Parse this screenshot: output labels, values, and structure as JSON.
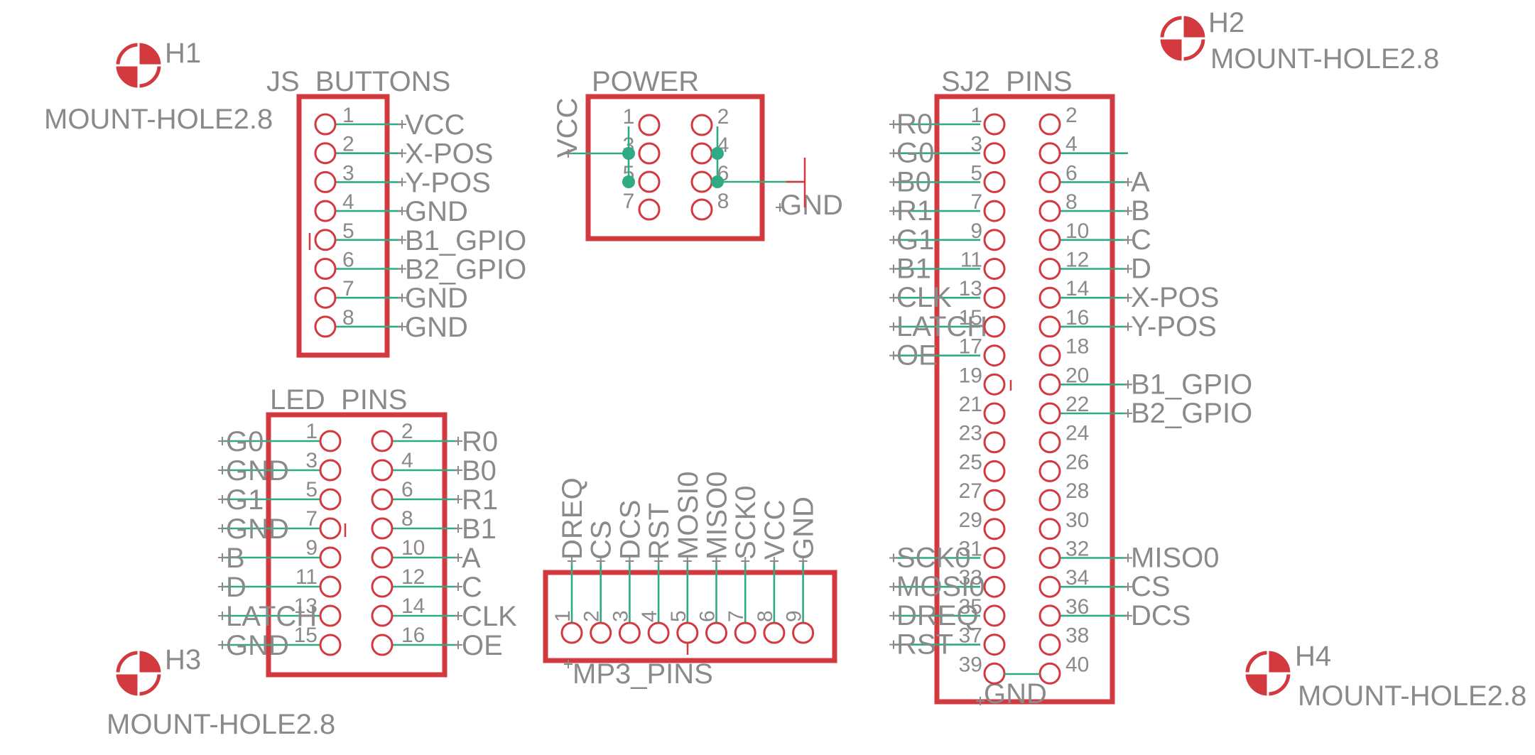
{
  "mount_holes": [
    {
      "name": "H1",
      "value": "MOUNT-HOLE2.8"
    },
    {
      "name": "H2",
      "value": "MOUNT-HOLE2.8"
    },
    {
      "name": "H3",
      "value": "MOUNT-HOLE2.8"
    },
    {
      "name": "H4",
      "value": "MOUNT-HOLE2.8"
    }
  ],
  "js_buttons": {
    "title": "JS_BUTTONS",
    "pins": [
      {
        "num": "1",
        "net": "VCC"
      },
      {
        "num": "2",
        "net": "X-POS"
      },
      {
        "num": "3",
        "net": "Y-POS"
      },
      {
        "num": "4",
        "net": "GND"
      },
      {
        "num": "5",
        "net": "B1_GPIO"
      },
      {
        "num": "6",
        "net": "B2_GPIO"
      },
      {
        "num": "7",
        "net": "GND"
      },
      {
        "num": "8",
        "net": "GND"
      }
    ]
  },
  "power": {
    "title": "POWER",
    "net_left": "VCC",
    "net_right": "GND",
    "pins_left": [
      "1",
      "3",
      "5",
      "7"
    ],
    "pins_right": [
      "2",
      "4",
      "6",
      "8"
    ]
  },
  "sj2_pins": {
    "title": "SJ2_PINS",
    "bottom_net": "GND",
    "left": [
      {
        "num": "1",
        "net": "R0"
      },
      {
        "num": "3",
        "net": "G0"
      },
      {
        "num": "5",
        "net": "B0"
      },
      {
        "num": "7",
        "net": "R1"
      },
      {
        "num": "9",
        "net": "G1"
      },
      {
        "num": "11",
        "net": "B1"
      },
      {
        "num": "13",
        "net": "CLK"
      },
      {
        "num": "15",
        "net": "LATCH"
      },
      {
        "num": "17",
        "net": "OE"
      },
      {
        "num": "19",
        "net": ""
      },
      {
        "num": "21",
        "net": ""
      },
      {
        "num": "23",
        "net": ""
      },
      {
        "num": "25",
        "net": ""
      },
      {
        "num": "27",
        "net": ""
      },
      {
        "num": "29",
        "net": ""
      },
      {
        "num": "31",
        "net": "SCK0"
      },
      {
        "num": "33",
        "net": "MOSI0"
      },
      {
        "num": "35",
        "net": "DREQ"
      },
      {
        "num": "37",
        "net": "RST"
      },
      {
        "num": "39",
        "net": ""
      }
    ],
    "right": [
      {
        "num": "2",
        "net": ""
      },
      {
        "num": "4",
        "net": ""
      },
      {
        "num": "6",
        "net": "A"
      },
      {
        "num": "8",
        "net": "B"
      },
      {
        "num": "10",
        "net": "C"
      },
      {
        "num": "12",
        "net": "D"
      },
      {
        "num": "14",
        "net": "X-POS"
      },
      {
        "num": "16",
        "net": "Y-POS"
      },
      {
        "num": "18",
        "net": ""
      },
      {
        "num": "20",
        "net": "B1_GPIO"
      },
      {
        "num": "22",
        "net": "B2_GPIO"
      },
      {
        "num": "24",
        "net": ""
      },
      {
        "num": "26",
        "net": ""
      },
      {
        "num": "28",
        "net": ""
      },
      {
        "num": "30",
        "net": ""
      },
      {
        "num": "32",
        "net": "MISO0"
      },
      {
        "num": "34",
        "net": "CS"
      },
      {
        "num": "36",
        "net": "DCS"
      },
      {
        "num": "38",
        "net": ""
      },
      {
        "num": "40",
        "net": ""
      }
    ]
  },
  "led_pins": {
    "title": "LED_PINS",
    "left": [
      {
        "num": "1",
        "net": "G0"
      },
      {
        "num": "3",
        "net": "GND"
      },
      {
        "num": "5",
        "net": "G1"
      },
      {
        "num": "7",
        "net": "GND"
      },
      {
        "num": "9",
        "net": "B"
      },
      {
        "num": "11",
        "net": "D"
      },
      {
        "num": "13",
        "net": "LATCH"
      },
      {
        "num": "15",
        "net": "GND"
      }
    ],
    "right": [
      {
        "num": "2",
        "net": "R0"
      },
      {
        "num": "4",
        "net": "B0"
      },
      {
        "num": "6",
        "net": "R1"
      },
      {
        "num": "8",
        "net": "B1"
      },
      {
        "num": "10",
        "net": "A"
      },
      {
        "num": "12",
        "net": "C"
      },
      {
        "num": "14",
        "net": "CLK"
      },
      {
        "num": "16",
        "net": "OE"
      }
    ]
  },
  "mp3_pins": {
    "title": "MP3_PINS",
    "pins": [
      {
        "num": "1",
        "net": "DREQ"
      },
      {
        "num": "2",
        "net": "CS"
      },
      {
        "num": "3",
        "net": "DCS"
      },
      {
        "num": "4",
        "net": "RST"
      },
      {
        "num": "5",
        "net": "MOSI0"
      },
      {
        "num": "6",
        "net": "MISO0"
      },
      {
        "num": "7",
        "net": "SCK0"
      },
      {
        "num": "8",
        "net": "VCC"
      },
      {
        "num": "9",
        "net": "GND"
      }
    ]
  }
}
